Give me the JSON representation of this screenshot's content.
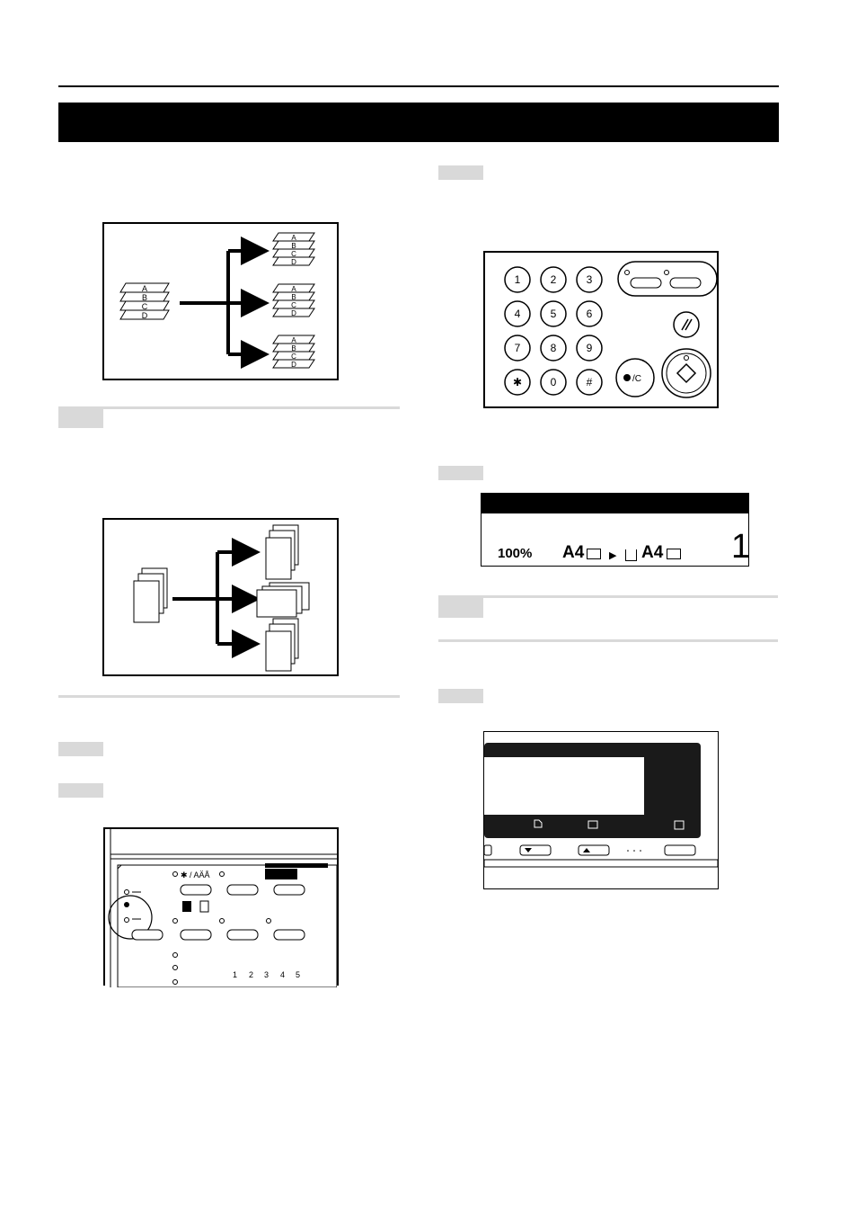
{
  "figures": {
    "sort_letters": [
      "A",
      "B",
      "C",
      "D"
    ],
    "keypad": {
      "keys": [
        "1",
        "2",
        "3",
        "4",
        "5",
        "6",
        "7",
        "8",
        "9",
        "✱",
        "0",
        "#"
      ],
      "clear_label": "/C"
    },
    "display": {
      "zoom": "100%",
      "original_size": "A4",
      "paper_size": "A4",
      "copies": "1"
    },
    "panel_numbers": [
      "1",
      "2",
      "3",
      "4",
      "5"
    ],
    "panel_mode_label": "✱ / AÄÅ"
  },
  "colors": {
    "black": "#000000",
    "grey": "#d9d9d9"
  }
}
